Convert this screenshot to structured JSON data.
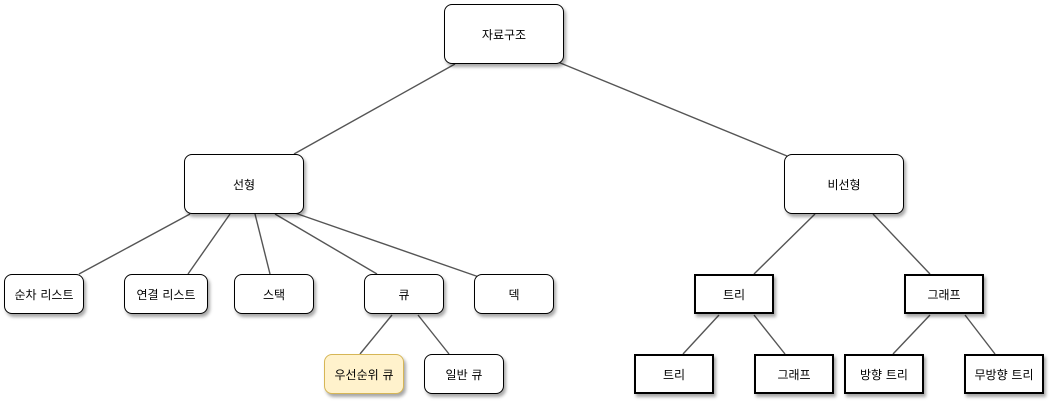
{
  "colors": {
    "edge": "#555555",
    "node_border": "#000000",
    "node_fill": "#ffffff",
    "highlight_fill": "#fff2cc",
    "highlight_border": "#d6b656"
  },
  "nodes": {
    "root": "자료구조",
    "linear": "선형",
    "nonlinear": "비선형",
    "array_list": "순차 리스트",
    "linked_list": "연결 리스트",
    "stack": "스택",
    "queue": "큐",
    "deque": "덱",
    "priority_queue": "우선순위 큐",
    "normal_queue": "일반 큐",
    "tree": "트리",
    "graph": "그래프",
    "tree_child": "트리",
    "graph_child": "그래프",
    "directed": "방향 트리",
    "undirected": "무방향 트리"
  }
}
